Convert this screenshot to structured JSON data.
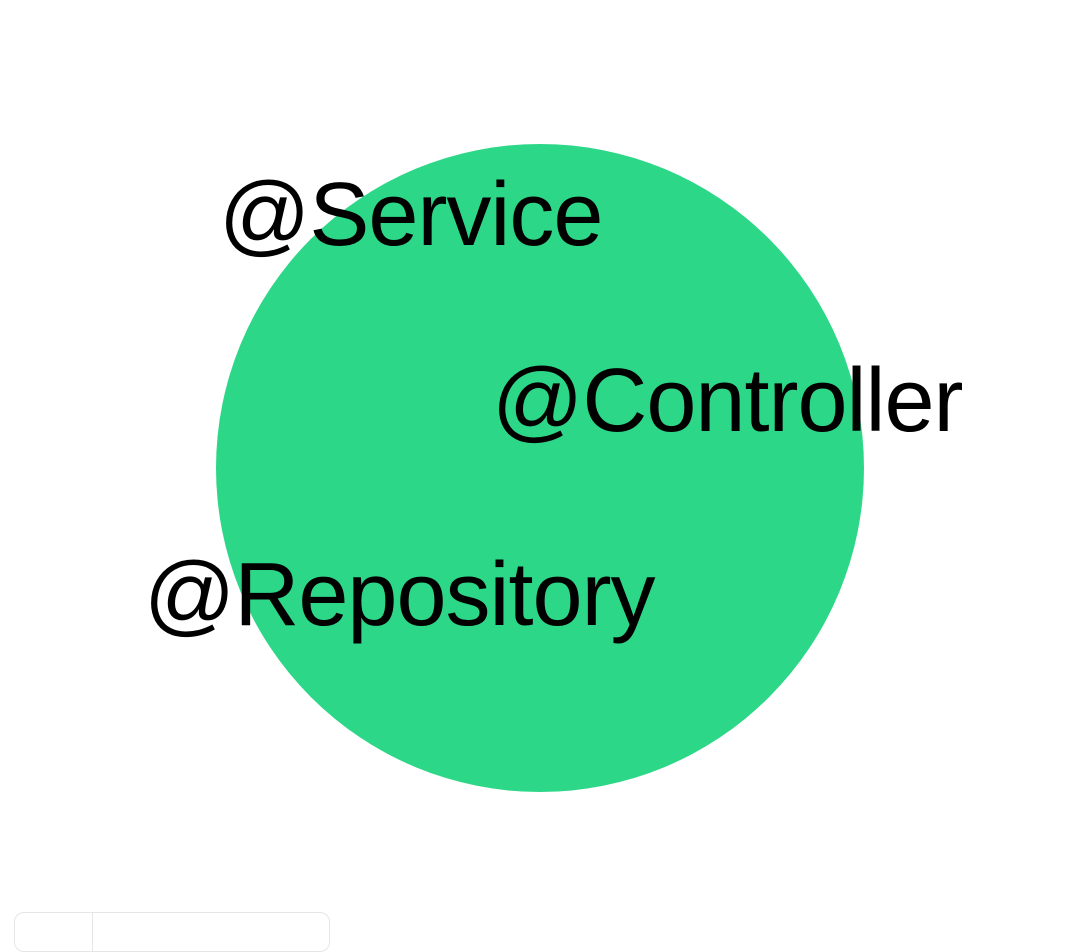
{
  "diagram": {
    "circle_color": "#2dd788",
    "label_color": "#000000",
    "labels": {
      "service": "@Service",
      "controller": "@Controller",
      "repository": "@Repository"
    }
  }
}
